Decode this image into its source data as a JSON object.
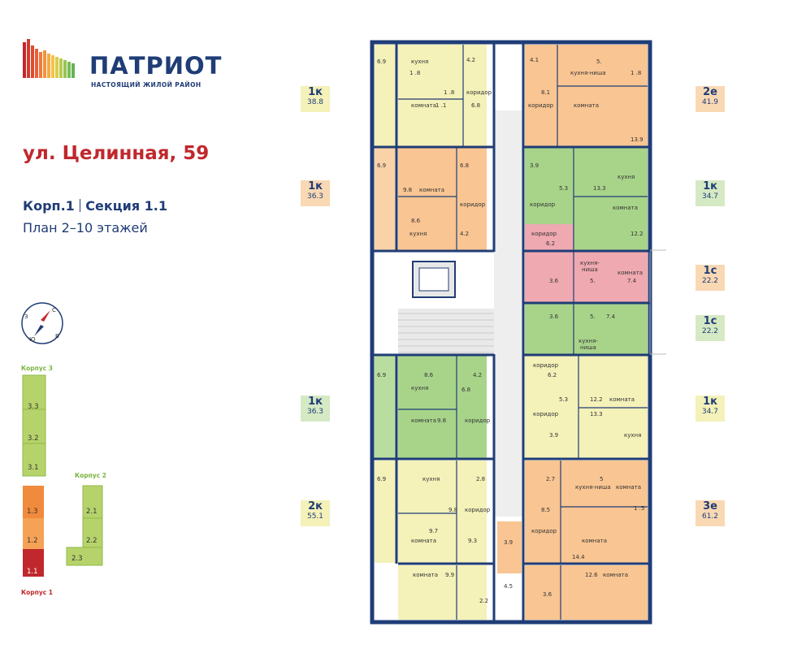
{
  "brand": {
    "name": "ПАТРИОТ",
    "tagline": "НАСТОЯЩИЙ ЖИЛОЙ РАЙОН"
  },
  "address": "ул. Целинная, 59",
  "section": {
    "corp": "Корп.1",
    "section": "Секция 1.1",
    "plan": "План 2–10 этажей"
  },
  "compass": {
    "n": "С",
    "s": "Ю",
    "w": "З",
    "e": "В"
  },
  "corpus": {
    "c3": {
      "label": "Корпус 3",
      "sections": [
        "3.3",
        "3.2",
        "3.1"
      ]
    },
    "c1": {
      "label": "Корпус 1",
      "sections": [
        "1.3",
        "1.2",
        "1.1"
      ]
    },
    "c2": {
      "label": "Корпус 2",
      "sections": [
        "2.1",
        "2.2",
        "2.3"
      ]
    }
  },
  "unit_labels": {
    "l1": {
      "type": "1к",
      "area": "38.8"
    },
    "l2": {
      "type": "1к",
      "area": "36.3"
    },
    "l3": {
      "type": "1к",
      "area": "36.3"
    },
    "l4": {
      "type": "2к",
      "area": "55.1"
    },
    "r1": {
      "type": "2е",
      "area": "41.9"
    },
    "r2": {
      "type": "1к",
      "area": "34.7"
    },
    "r3": {
      "type": "1с",
      "area": "22.2"
    },
    "r4": {
      "type": "1с",
      "area": "22.2"
    },
    "r5": {
      "type": "1к",
      "area": "34.7"
    },
    "r6": {
      "type": "3е",
      "area": "61.2"
    }
  },
  "rooms": {
    "a1": "6.9",
    "a2": "кухня",
    "a3": "1 .8",
    "a4": "4.2",
    "a5": "коридор",
    "a6": "1 .8",
    "a7": "6.8",
    "a8": "комната",
    "a9": "1 .1",
    "b1": "6.9",
    "b2": "9.8",
    "b3": "комната",
    "b4": "6.8",
    "b5": "коридор",
    "b6": "8.6",
    "b7": "кухня",
    "b8": "4.2",
    "c1": "6.9",
    "c2": "8.6",
    "c3": "4.2",
    "c4": "кухня",
    "c5": "6.8",
    "c6": "комната",
    "c7": "9.8",
    "c8": "коридор",
    "d1": "6.9",
    "d2": "кухня",
    "d3": "2.8",
    "d4": "9.8",
    "d5": "коридор",
    "d6": "9.7",
    "d7": "комната",
    "d8": "9.3",
    "e1": "комната",
    "e2": "9.9",
    "e3": "4.5",
    "e4": "2.2",
    "e5": "3.9",
    "f1": "4.1",
    "f2": "5.",
    "f3": "кухня-ниша",
    "f4": "1 .8",
    "f5": "8.1",
    "f6": "коридор",
    "f7": "комната",
    "f8": "13.9",
    "g1": "3.9",
    "g2": "кухня",
    "g3": "5.3",
    "g4": "13.3",
    "g5": "коридор",
    "g6": "комната",
    "g7": "12.2",
    "h1": "коридор",
    "h2": "6.2",
    "h3": "кухня-",
    "h4": "ниша",
    "h5": "3.6",
    "h6": "5.",
    "h7": "комната",
    "h8": "7.4",
    "i1": "3.6",
    "i2": "5.",
    "i3": "7.4",
    "i4": "кухня-",
    "i5": "ниша",
    "j1": "коридор",
    "j2": "6.2",
    "j3": "5.3",
    "j4": "12.2",
    "j5": "комната",
    "j6": "коридор",
    "j7": "13.3",
    "j8": "3.9",
    "j9": "кухня",
    "k1": "2.7",
    "k2": "5",
    "k3": "кухня-ниша",
    "k4": "комната",
    "k5": "1 .5",
    "k6": "8.5",
    "k7": "коридор",
    "k8": "комната",
    "k9": "14.4",
    "m1": "12.6",
    "m2": "комната",
    "m3": "3.6"
  },
  "colors": {
    "navy": "#1f3d76",
    "red": "#c0282d",
    "orange": "#f7b97c",
    "green": "#a8d48a",
    "pink": "#efa9b0",
    "yellow": "#f3f0b7",
    "grey": "#e8e8e8",
    "label_yellow": "#f4f1b9",
    "label_green": "#d5e9c4",
    "label_orange": "#f9d8b4"
  }
}
